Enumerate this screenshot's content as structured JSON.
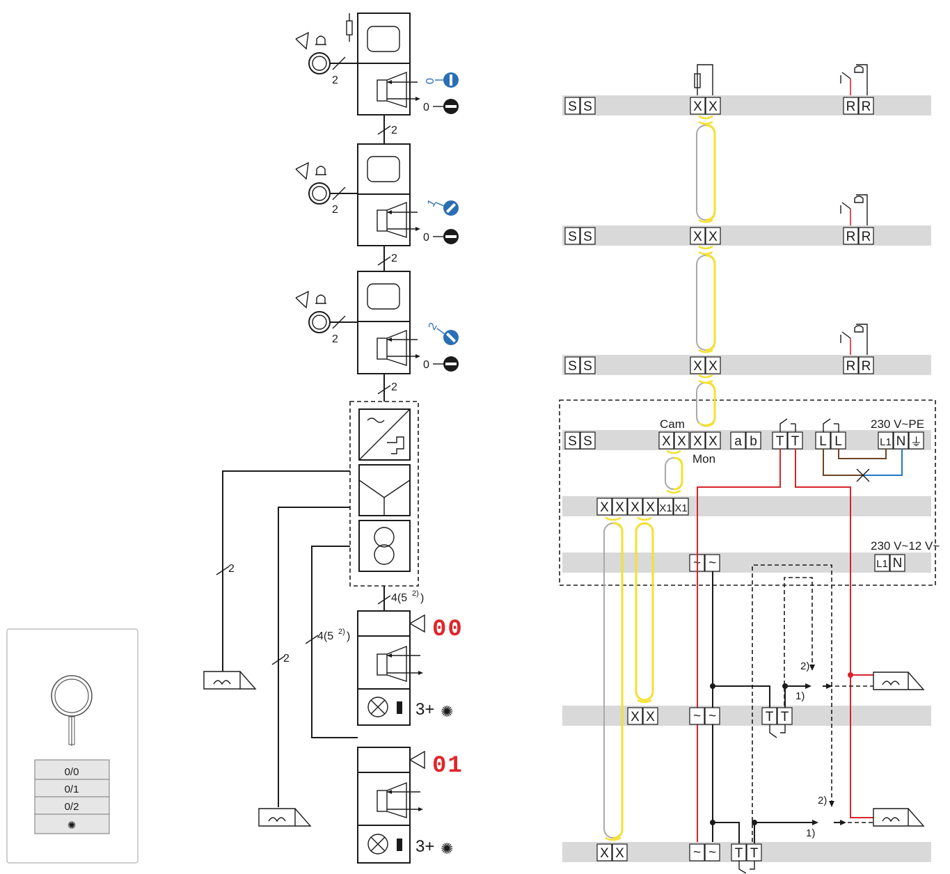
{
  "colors": {
    "bus": "#d9d9d9",
    "cable_yellow": "#f5e032",
    "cable_grey": "#a9a9a9",
    "wire_red": "#d8232a",
    "wire_blue": "#1f77c9",
    "wire_brown": "#6b4423",
    "code_blue": "#2a6fb5",
    "display_red": "#e0262b"
  },
  "icons": [
    "bell-icon",
    "horn-icon",
    "resistor-icon",
    "push-button-icon",
    "speaker-icon",
    "key-switch-icon",
    "lamp-icon",
    "light-sensor-icon",
    "door-opener-icon",
    "power-supply-icon",
    "splitter-icon",
    "transformer-icon"
  ],
  "left": {
    "wire_count": "2",
    "wire_count_4": "4(5",
    "footnote_2": "2)",
    "codes": [
      "0",
      "1",
      "2"
    ],
    "code_zero": "0",
    "display_1": "00",
    "display_2": "01",
    "lamp_label": "3+"
  },
  "panel": {
    "rows": [
      "0/0",
      "0/1",
      "0/2"
    ]
  },
  "right": {
    "s": "S",
    "x": "X",
    "r": "R",
    "x1": "X1",
    "t": "T",
    "l": "L",
    "a": "a",
    "b": "b",
    "l1": "L1",
    "n": "N",
    "earth": "⏚",
    "tilde": "~",
    "cam": "Cam",
    "mon": "Mon",
    "supply_pe": "230 V~PE",
    "supply_12": "230 V~12 V~",
    "note_1": "1)",
    "note_2": "2)"
  }
}
